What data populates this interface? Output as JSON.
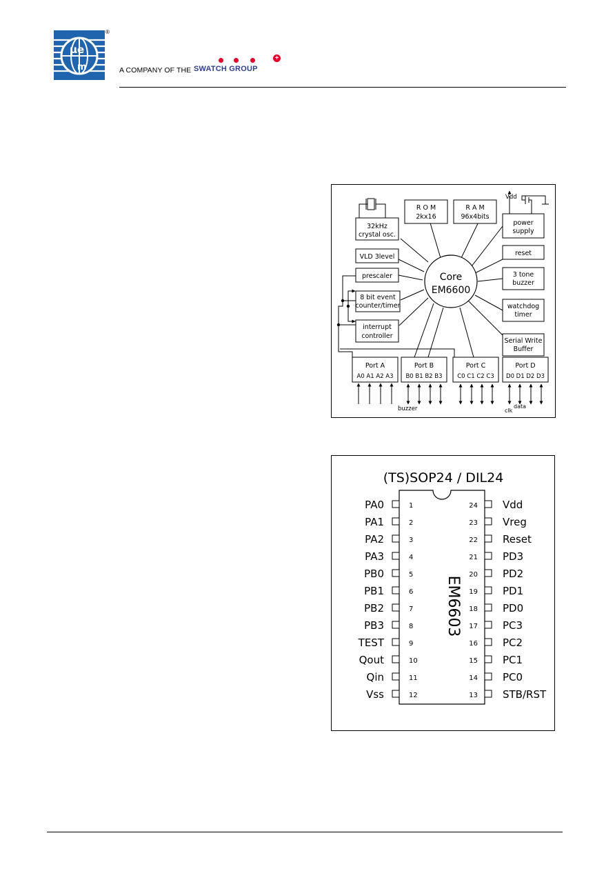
{
  "header": {
    "company_line": "A COMPANY OF THE",
    "swatch_word": "SWATCH GROUP",
    "registered_mark": "®",
    "logo_colors": {
      "blue": "#1f64ad",
      "white": "#ffffff"
    },
    "swatch_colors": {
      "red": "#e4002b",
      "blue": "#2d3f8a"
    }
  },
  "block_diagram": {
    "core": [
      "Core",
      "EM6600"
    ],
    "blocks": {
      "crystal": [
        "32kHz",
        "crystal osc."
      ],
      "rom": [
        "R O M",
        "2kx16"
      ],
      "ram": [
        "R A M",
        "96x4bits"
      ],
      "power": [
        "power",
        "supply"
      ],
      "reset": [
        "reset"
      ],
      "vld": [
        "VLD 3level"
      ],
      "prescaler": [
        "prescaler"
      ],
      "counter": [
        "8 bit event",
        "counter/timer"
      ],
      "interrupt": [
        "interrupt",
        "controller"
      ],
      "buzzer": [
        "3 tone",
        "buzzer"
      ],
      "watchdog": [
        "watchdog",
        "timer"
      ],
      "serial": [
        "Serial Write",
        "Buffer"
      ]
    },
    "vdd": "Vdd",
    "ports": [
      {
        "name": "Port A",
        "pins": "A0 A1 A2 A3"
      },
      {
        "name": "Port B",
        "pins": "B0 B1 B2 B3"
      },
      {
        "name": "Port C",
        "pins": "C0 C1 C2 C3"
      },
      {
        "name": "Port D",
        "pins": "D0 D1 D2 D3"
      }
    ],
    "notes": {
      "buzzer": "buzzer",
      "clk": "clk",
      "data": "data"
    }
  },
  "pinout": {
    "title": "(TS)SOP24  /  DIL24",
    "chip": "EM6603",
    "left_pins": [
      {
        "name": "PA0",
        "num": "1"
      },
      {
        "name": "PA1",
        "num": "2"
      },
      {
        "name": "PA2",
        "num": "3"
      },
      {
        "name": "PA3",
        "num": "4"
      },
      {
        "name": "PB0",
        "num": "5"
      },
      {
        "name": "PB1",
        "num": "6"
      },
      {
        "name": "PB2",
        "num": "7"
      },
      {
        "name": "PB3",
        "num": "8"
      },
      {
        "name": "TEST",
        "num": "9"
      },
      {
        "name": "Qout",
        "num": "10"
      },
      {
        "name": "Qin",
        "num": "11"
      },
      {
        "name": "Vss",
        "num": "12"
      }
    ],
    "right_pins": [
      {
        "name": "Vdd",
        "num": "24"
      },
      {
        "name": "Vreg",
        "num": "23"
      },
      {
        "name": "Reset",
        "num": "22"
      },
      {
        "name": "PD3",
        "num": "21"
      },
      {
        "name": "PD2",
        "num": "20"
      },
      {
        "name": "PD1",
        "num": "19"
      },
      {
        "name": "PD0",
        "num": "18"
      },
      {
        "name": "PC3",
        "num": "17"
      },
      {
        "name": "PC2",
        "num": "16"
      },
      {
        "name": "PC1",
        "num": "15"
      },
      {
        "name": "PC0",
        "num": "14"
      },
      {
        "name": "STB/RST",
        "num": "13"
      }
    ]
  }
}
